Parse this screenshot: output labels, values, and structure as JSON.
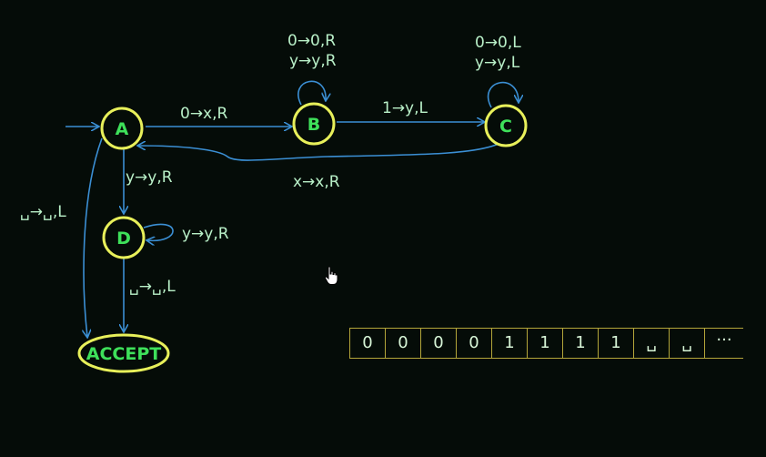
{
  "states": {
    "A": "A",
    "B": "B",
    "C": "C",
    "D": "D",
    "accept": "ACCEPT"
  },
  "transitions": {
    "a_to_b": "0→x,R",
    "b_loop_1": "0→0,R",
    "b_loop_2": "y→y,R",
    "b_to_c": "1→y,L",
    "c_loop_1": "0→0,L",
    "c_loop_2": "y→y,L",
    "c_to_a": "x→x,R",
    "a_to_d": "y→y,R",
    "d_loop": "y→y,R",
    "a_to_accept": "␣→␣,L",
    "d_to_accept": "␣→␣,L"
  },
  "tape": [
    "0",
    "0",
    "0",
    "0",
    "1",
    "1",
    "1",
    "1",
    "␣",
    "␣",
    "···"
  ],
  "colors": {
    "background": "#050c08",
    "state_outline": "#e8f05a",
    "state_label": "#3ee05a",
    "edge": "#3b8fd4",
    "text": "#b9f0c8",
    "tape_border": "#b3a63a"
  }
}
